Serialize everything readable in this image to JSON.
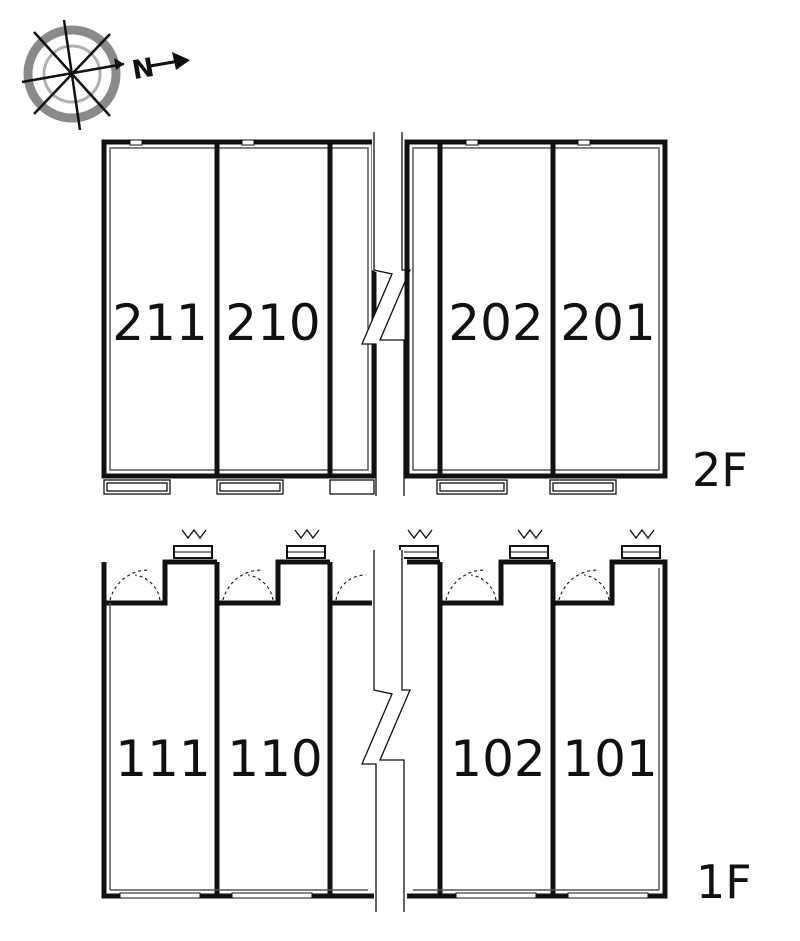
{
  "compass": {
    "north_label": "N",
    "icon": "compass-rose-icon"
  },
  "floors": [
    {
      "label": "2F",
      "units": [
        "211",
        "210",
        "202",
        "201"
      ]
    },
    {
      "label": "1F",
      "units": [
        "111",
        "110",
        "102",
        "101"
      ]
    }
  ]
}
